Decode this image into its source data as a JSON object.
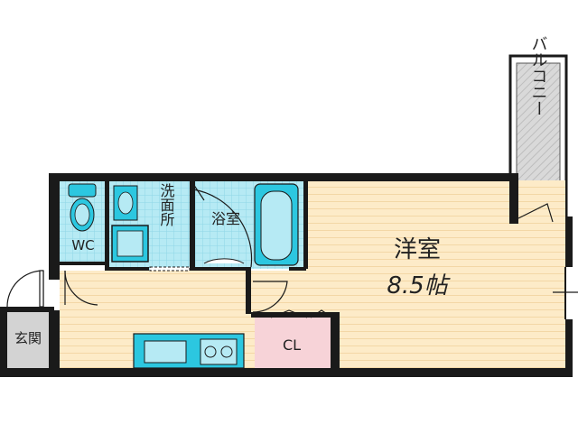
{
  "rooms": {
    "balcony": "バルコニー",
    "western_room": "洋室",
    "western_room_size": "8.5帖",
    "bath": "浴室",
    "washroom": "洗面所",
    "wc": "WC",
    "entrance": "玄関",
    "closet": "CL"
  },
  "colors": {
    "wall": "#1a1a1a",
    "floor": "#fdebc8",
    "floor_line": "#f3d7a6",
    "wet_area": "#b6eaf4",
    "wet_grid": "#8fd6e6",
    "fixture": "#2cc7e0",
    "closet": "#f7d3d8",
    "entrance": "#d3d3d3",
    "balcony": "#c8c8c8"
  },
  "icons": [
    "toilet-icon",
    "washbasin-icon",
    "washing-machine-icon",
    "bathtub-icon",
    "kitchen-sink-icon",
    "stove-icon"
  ]
}
